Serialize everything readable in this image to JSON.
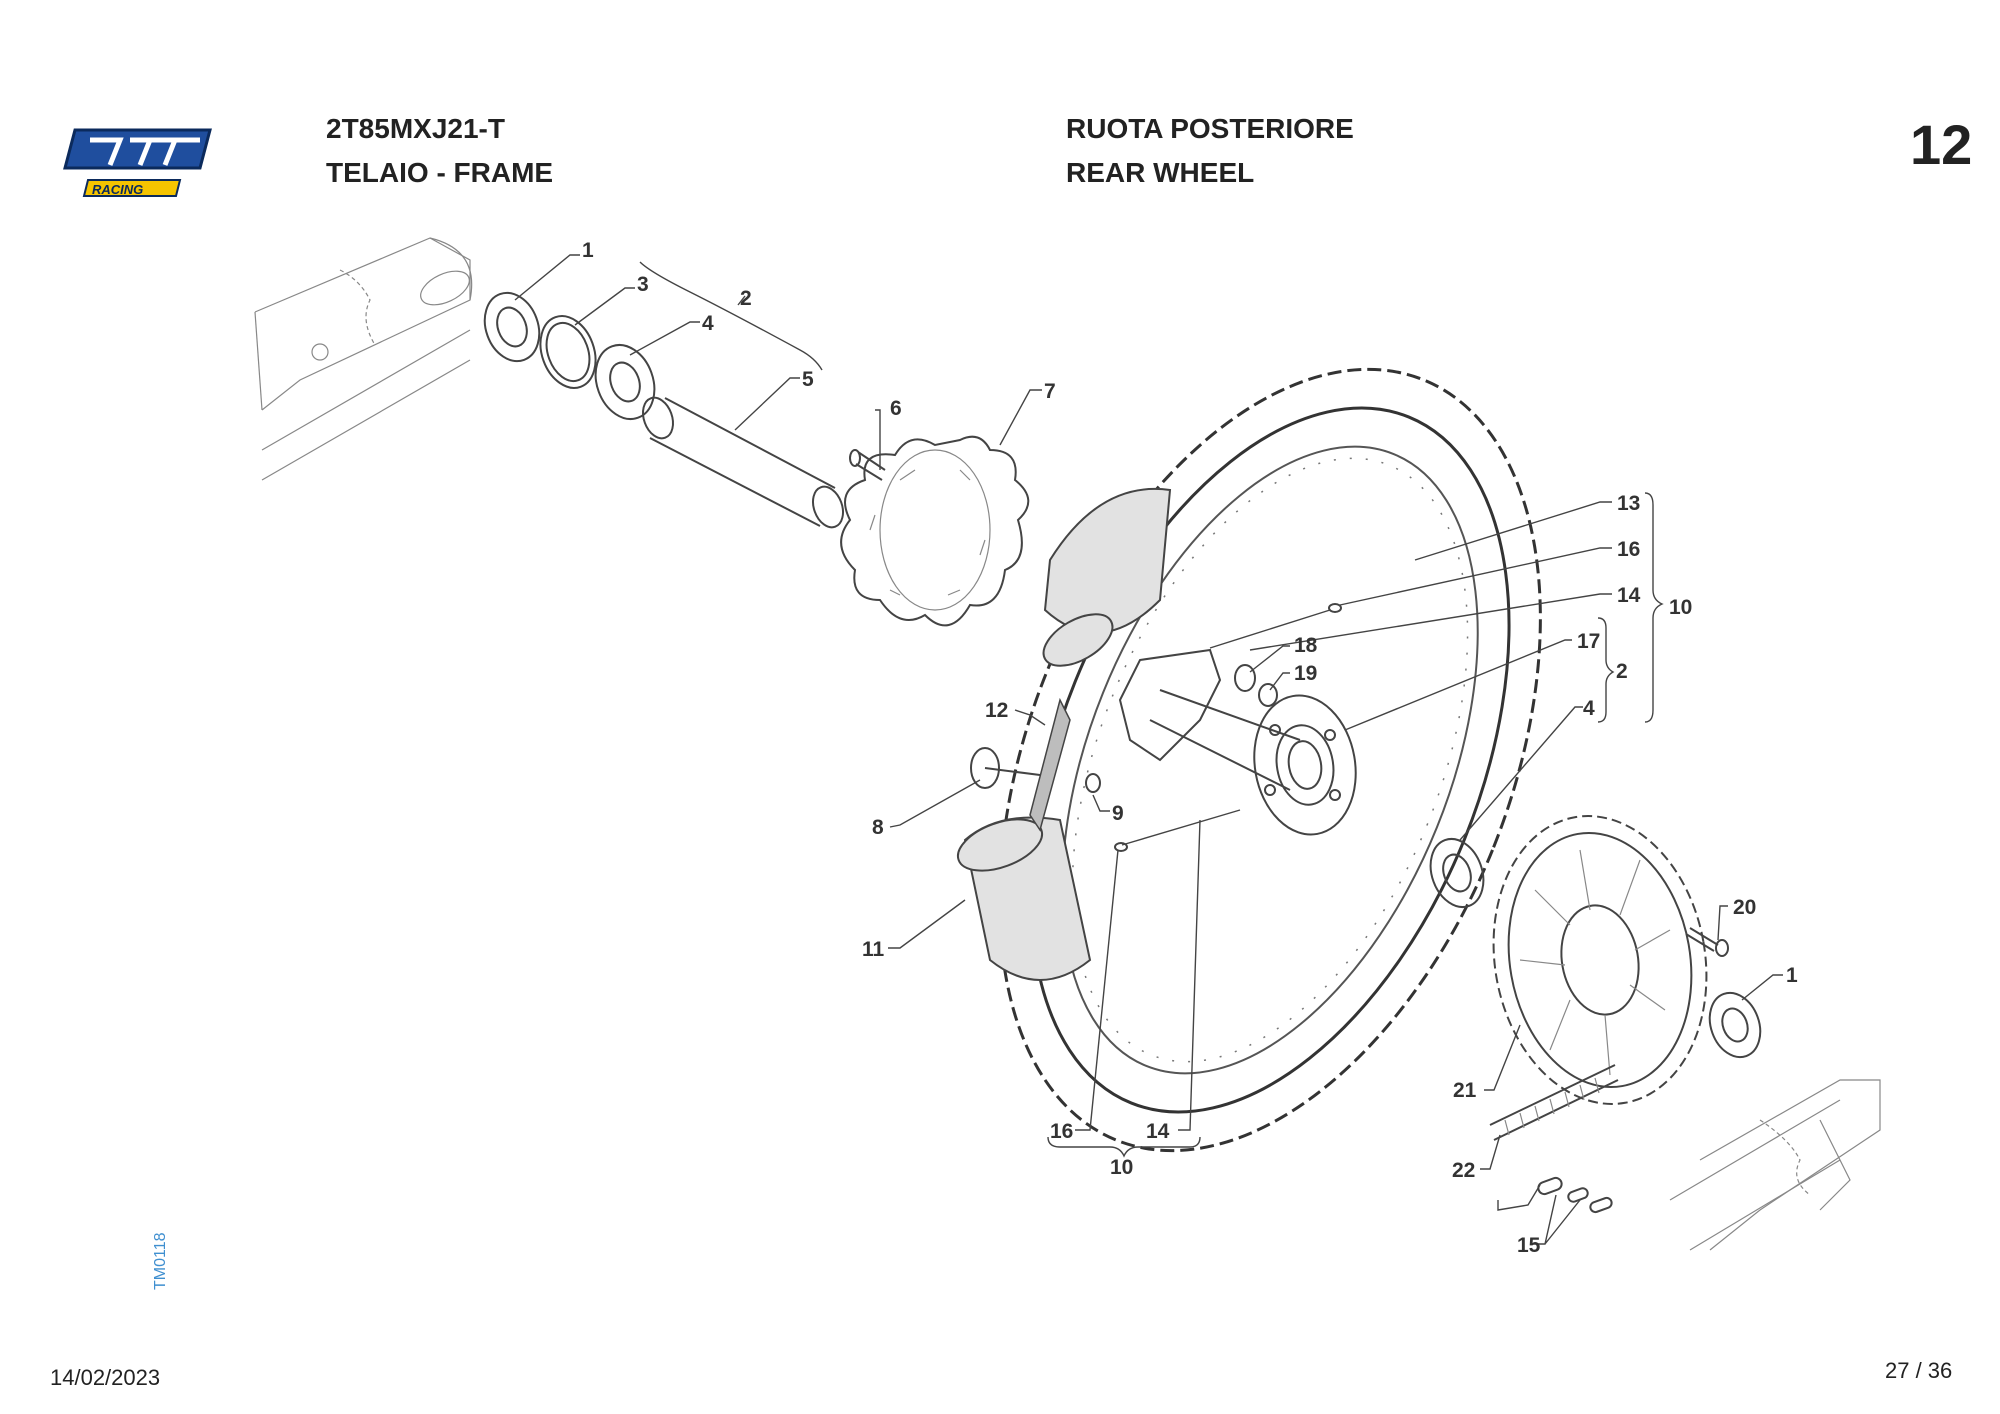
{
  "header": {
    "model_code": "2T85MXJ21-T",
    "group_it_en": "TELAIO - FRAME",
    "section_it": "RUOTA POSTERIORE",
    "section_en": "REAR WHEEL",
    "page_group": "12"
  },
  "logo": {
    "brand": "tm",
    "sub": "RACING",
    "color_main": "#1f4e9e",
    "color_sub": "#f5c400"
  },
  "drawing_code": "TM0118",
  "footer": {
    "date": "14/02/2023",
    "page": "27 / 36"
  },
  "callouts": {
    "c1a": "1",
    "c2a": "2",
    "c3": "3",
    "c4a": "4",
    "c5": "5",
    "c6": "6",
    "c7": "7",
    "c8": "8",
    "c9": "9",
    "c10a": "10",
    "c10b": "10",
    "c11": "11",
    "c12": "12",
    "c13": "13",
    "c14a": "14",
    "c14b": "14",
    "c15": "15",
    "c16a": "16",
    "c16b": "16",
    "c17": "17",
    "c18": "18",
    "c19": "19",
    "c2b": "2",
    "c4b": "4",
    "c20": "20",
    "c1b": "1",
    "c21": "21",
    "c22": "22"
  }
}
